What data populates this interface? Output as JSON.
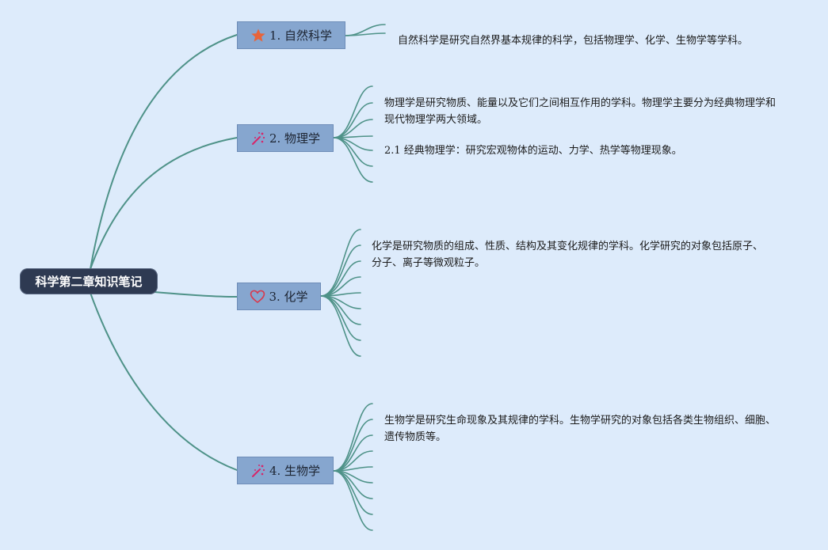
{
  "root": {
    "label": "科学第二章知识笔记"
  },
  "topics": [
    {
      "label": "1. 自然科学",
      "icon": "star-icon",
      "notes": [
        "自然科学是研究自然界基本规律的科学，包括物理学、化学、生物学等学科。"
      ]
    },
    {
      "label": "2. 物理学",
      "icon": "magic-wand-icon",
      "notes": [
        "物理学是研究物质、能量以及它们之间相互作用的学科。物理学主要分为经典物理学和现代物理学两大领域。",
        "2.1 经典物理学：研究宏观物体的运动、力学、热学等物理现象。"
      ]
    },
    {
      "label": "3. 化学",
      "icon": "heart-icon",
      "notes": [
        "化学是研究物质的组成、性质、结构及其变化规律的学科。化学研究的对象包括原子、分子、离子等微观粒子。"
      ]
    },
    {
      "label": "4. 生物学",
      "icon": "magic-wand-icon",
      "notes": [
        "生物学是研究生命现象及其规律的学科。生物学研究的对象包括各类生物组织、细胞、遗传物质等。"
      ]
    }
  ],
  "colors": {
    "background": "#ddebfb",
    "connector": "#4e9288",
    "root_fill": "#2e3a52",
    "topic_fill": "#86a6cf",
    "star_icon": "#e8643a",
    "heart_icon": "#d83a4e",
    "wand_icon": "#d6266a"
  }
}
